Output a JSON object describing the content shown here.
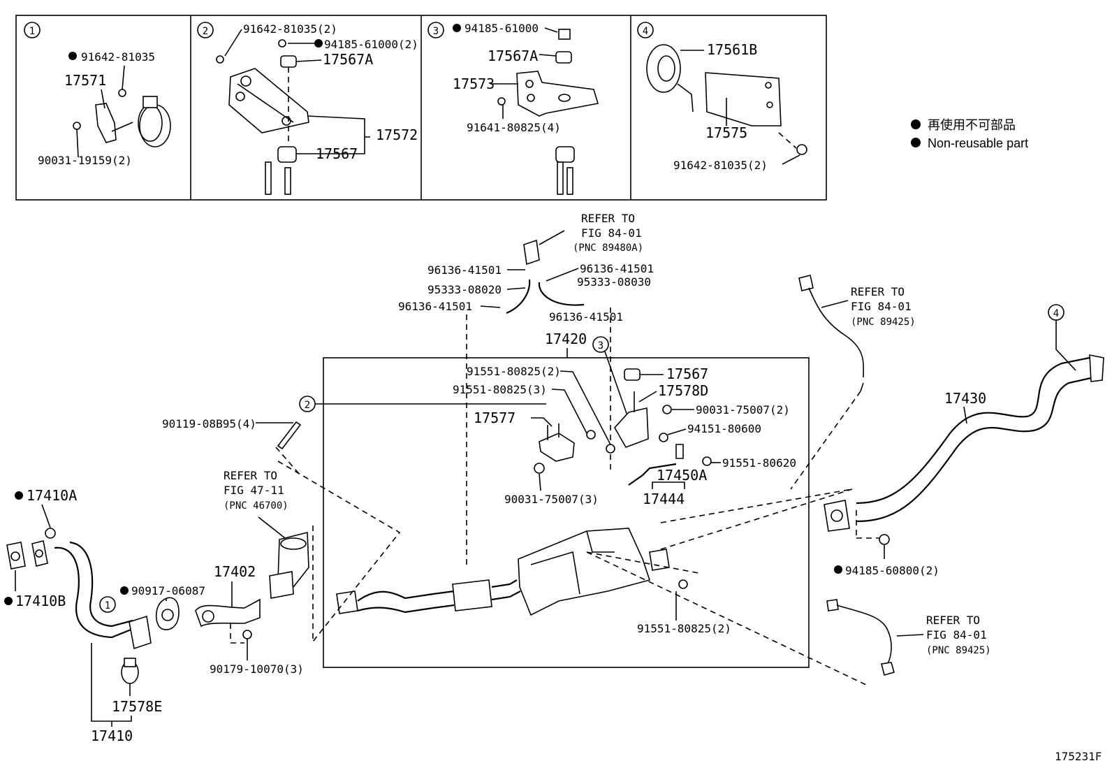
{
  "inset_boxes": [
    {
      "number": "1",
      "labels": [
        "91642-81035",
        "17571",
        "90031-19159(2)"
      ]
    },
    {
      "number": "2",
      "labels": [
        "91642-81035(2)",
        "94185-61000(2)",
        "17567A",
        "17572",
        "17567"
      ]
    },
    {
      "number": "3",
      "labels": [
        "94185-61000",
        "17567A",
        "17573",
        "91641-80825(4)"
      ]
    },
    {
      "number": "4",
      "labels": [
        "17561B",
        "17575",
        "91642-81035(2)"
      ]
    }
  ],
  "legend": {
    "line1": "再使用不可部品",
    "line2": "Non-reusable part"
  },
  "refer": {
    "fig8401_a": {
      "l1": "REFER TO",
      "l2": "FIG 84-01",
      "l3": "(PNC 89480A)"
    },
    "fig8401_b": {
      "l1": "REFER TO",
      "l2": "FIG 84-01",
      "l3": "(PNC 89425)"
    },
    "fig8401_c": {
      "l1": "REFER TO",
      "l2": "FIG 84-01",
      "l3": "(PNC 89425)"
    },
    "fig4711": {
      "l1": "REFER TO",
      "l2": "FIG 47-11",
      "l3": "(PNC 46700)"
    }
  },
  "parts": {
    "p96136_a": "96136-41501",
    "p96136_b": "96136-41501",
    "p96136_c": "96136-41501",
    "p96136_d": "96136-41501",
    "p95333_a": "95333-08020",
    "p95333_b": "95333-08030",
    "p17420": "17420",
    "p91551_2a": "91551-80825(2)",
    "p91551_3": "91551-80825(3)",
    "p17577": "17577",
    "p17567": "17567",
    "p17578D": "17578D",
    "p90031_2": "90031-75007(2)",
    "p94151": "94151-80600",
    "p91551_620": "91551-80620",
    "p17450A": "17450A",
    "p17444": "17444",
    "p90031_3": "90031-75007(3)",
    "p90119": "90119-08B95(4)",
    "p17410A": "17410A",
    "p17410B": "17410B",
    "p90917": "90917-06087",
    "p17402": "17402",
    "p17578E": "17578E",
    "p17410": "17410",
    "p90179": "90179-10070(3)",
    "p17430": "17430",
    "p94185_608": "94185-60800(2)",
    "p91551_2b": "91551-80825(2)"
  },
  "callouts": {
    "c1": "1",
    "c2": "2",
    "c3": "3",
    "c4": "4"
  },
  "figure_id": "175231F"
}
